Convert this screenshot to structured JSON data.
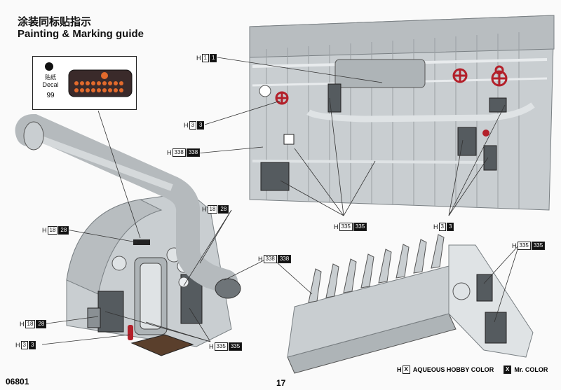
{
  "header": {
    "title_cn": "涂装同标贴指示",
    "title_en": "Painting & Marking guide"
  },
  "decal": {
    "label_cn": "贴纸",
    "label_en": "Decal",
    "number": "99"
  },
  "callouts": [
    {
      "id": "c1",
      "prefix": "H",
      "aq": "1",
      "mr": "1"
    },
    {
      "id": "c2",
      "prefix": "H",
      "aq": "3",
      "mr": "3"
    },
    {
      "id": "c3",
      "prefix": "H",
      "aq": "338",
      "mr": "338"
    },
    {
      "id": "c4",
      "prefix": "H",
      "aq": "18",
      "mr": "28"
    },
    {
      "id": "c5",
      "prefix": "H",
      "aq": "18",
      "mr": "28"
    },
    {
      "id": "c6",
      "prefix": "H",
      "aq": "335",
      "mr": "335"
    },
    {
      "id": "c7",
      "prefix": "H",
      "aq": "3",
      "mr": "3"
    },
    {
      "id": "c8",
      "prefix": "H",
      "aq": "338",
      "mr": "338"
    },
    {
      "id": "c9",
      "prefix": "H",
      "aq": "335",
      "mr": "335"
    },
    {
      "id": "c10",
      "prefix": "H",
      "aq": "18",
      "mr": "28"
    },
    {
      "id": "c11",
      "prefix": "H",
      "aq": "3",
      "mr": "3"
    },
    {
      "id": "c12",
      "prefix": "H",
      "aq": "335",
      "mr": "335"
    }
  ],
  "legend": {
    "aqueous_prefix": "H",
    "aqueous_box": "X",
    "aqueous_label": "AQUEOUS HOBBY COLOR",
    "mr_box": "X",
    "mr_label": "Mr. COLOR"
  },
  "footer": {
    "product_number": "06801",
    "page_number": "17"
  },
  "colors": {
    "part_grey": "#c9ced1",
    "part_dark": "#6e7478",
    "valve_red": "#b3202a",
    "deck_brown": "#5a3f2c"
  }
}
